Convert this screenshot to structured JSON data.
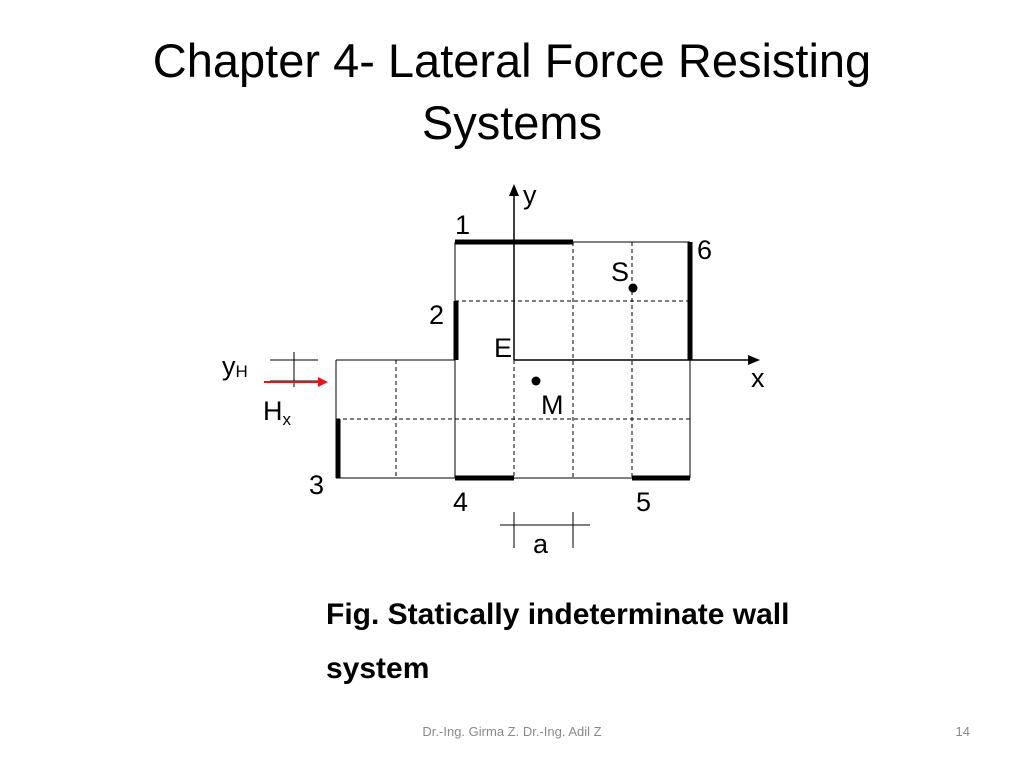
{
  "slide": {
    "title_line1": "Chapter 4- Lateral Force Resisting",
    "title_line2": "Systems"
  },
  "diagram": {
    "axis_y_label": "y",
    "axis_x_label": "x",
    "wall_labels": [
      "1",
      "2",
      "3",
      "4",
      "5",
      "6"
    ],
    "point_S": "S",
    "point_M": "M",
    "point_E": "E",
    "force_label_main": "H",
    "force_label_sub": "x",
    "offset_label_main": "y",
    "offset_label_sub": "H",
    "dimension_label": "a",
    "force_color": "#e8141a",
    "wall_color": "#000000"
  },
  "caption": {
    "line1": "Fig. Statically indeterminate wall",
    "line2": "system"
  },
  "footer": {
    "author": "Dr.-Ing. Girma Z. Dr.-Ing. Adil Z",
    "page": "14"
  }
}
